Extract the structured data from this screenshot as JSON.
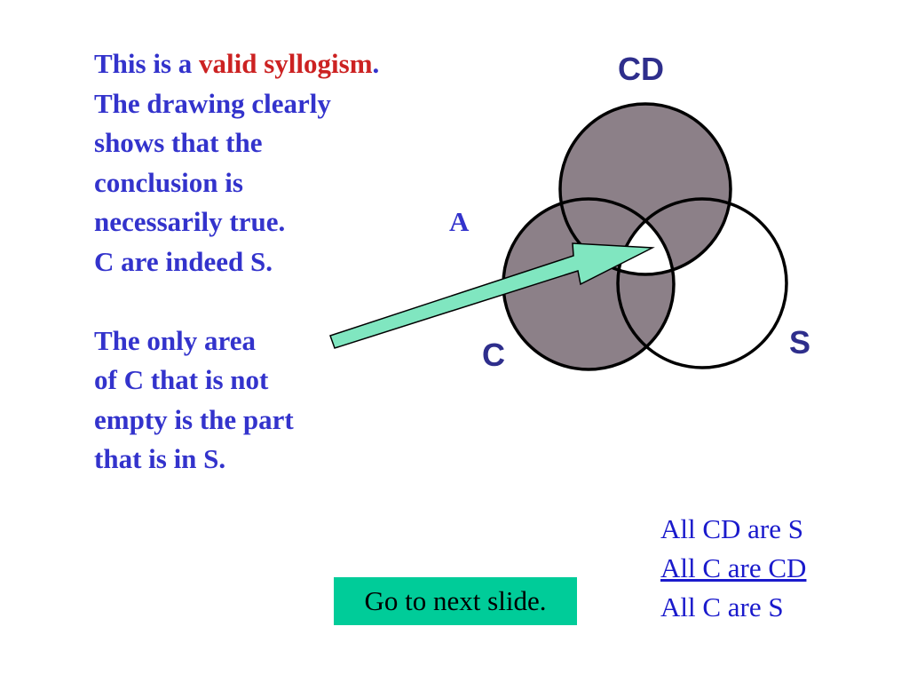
{
  "main_text": {
    "line1_prefix": "This is a ",
    "line1_accent": "valid syllogism",
    "line1_suffix": ".",
    "line2": "The drawing clearly",
    "line3": "shows that the",
    "line4": "conclusion is",
    "line5": "necessarily true.",
    "line6": "C are indeed S.",
    "line7": "The only area",
    "line8": "of C that is not",
    "line9": "empty is the part",
    "line10": "that is in S."
  },
  "diagram": {
    "label_a": "A",
    "labels": {
      "cd": "CD",
      "c": "C",
      "s": "S"
    },
    "colors": {
      "shaded": "#8c8088",
      "arrow": "#80e6c0",
      "outline": "#000000",
      "label": "#2e2e8c"
    }
  },
  "syllogism": {
    "premise1": "All CD are S",
    "premise2": "All C are CD",
    "conclusion": "All C are S"
  },
  "next_button": {
    "label": "Go to next slide."
  },
  "colors": {
    "body_text": "#3333cc",
    "accent_text": "#cc2222",
    "button_bg": "#00cc99"
  }
}
